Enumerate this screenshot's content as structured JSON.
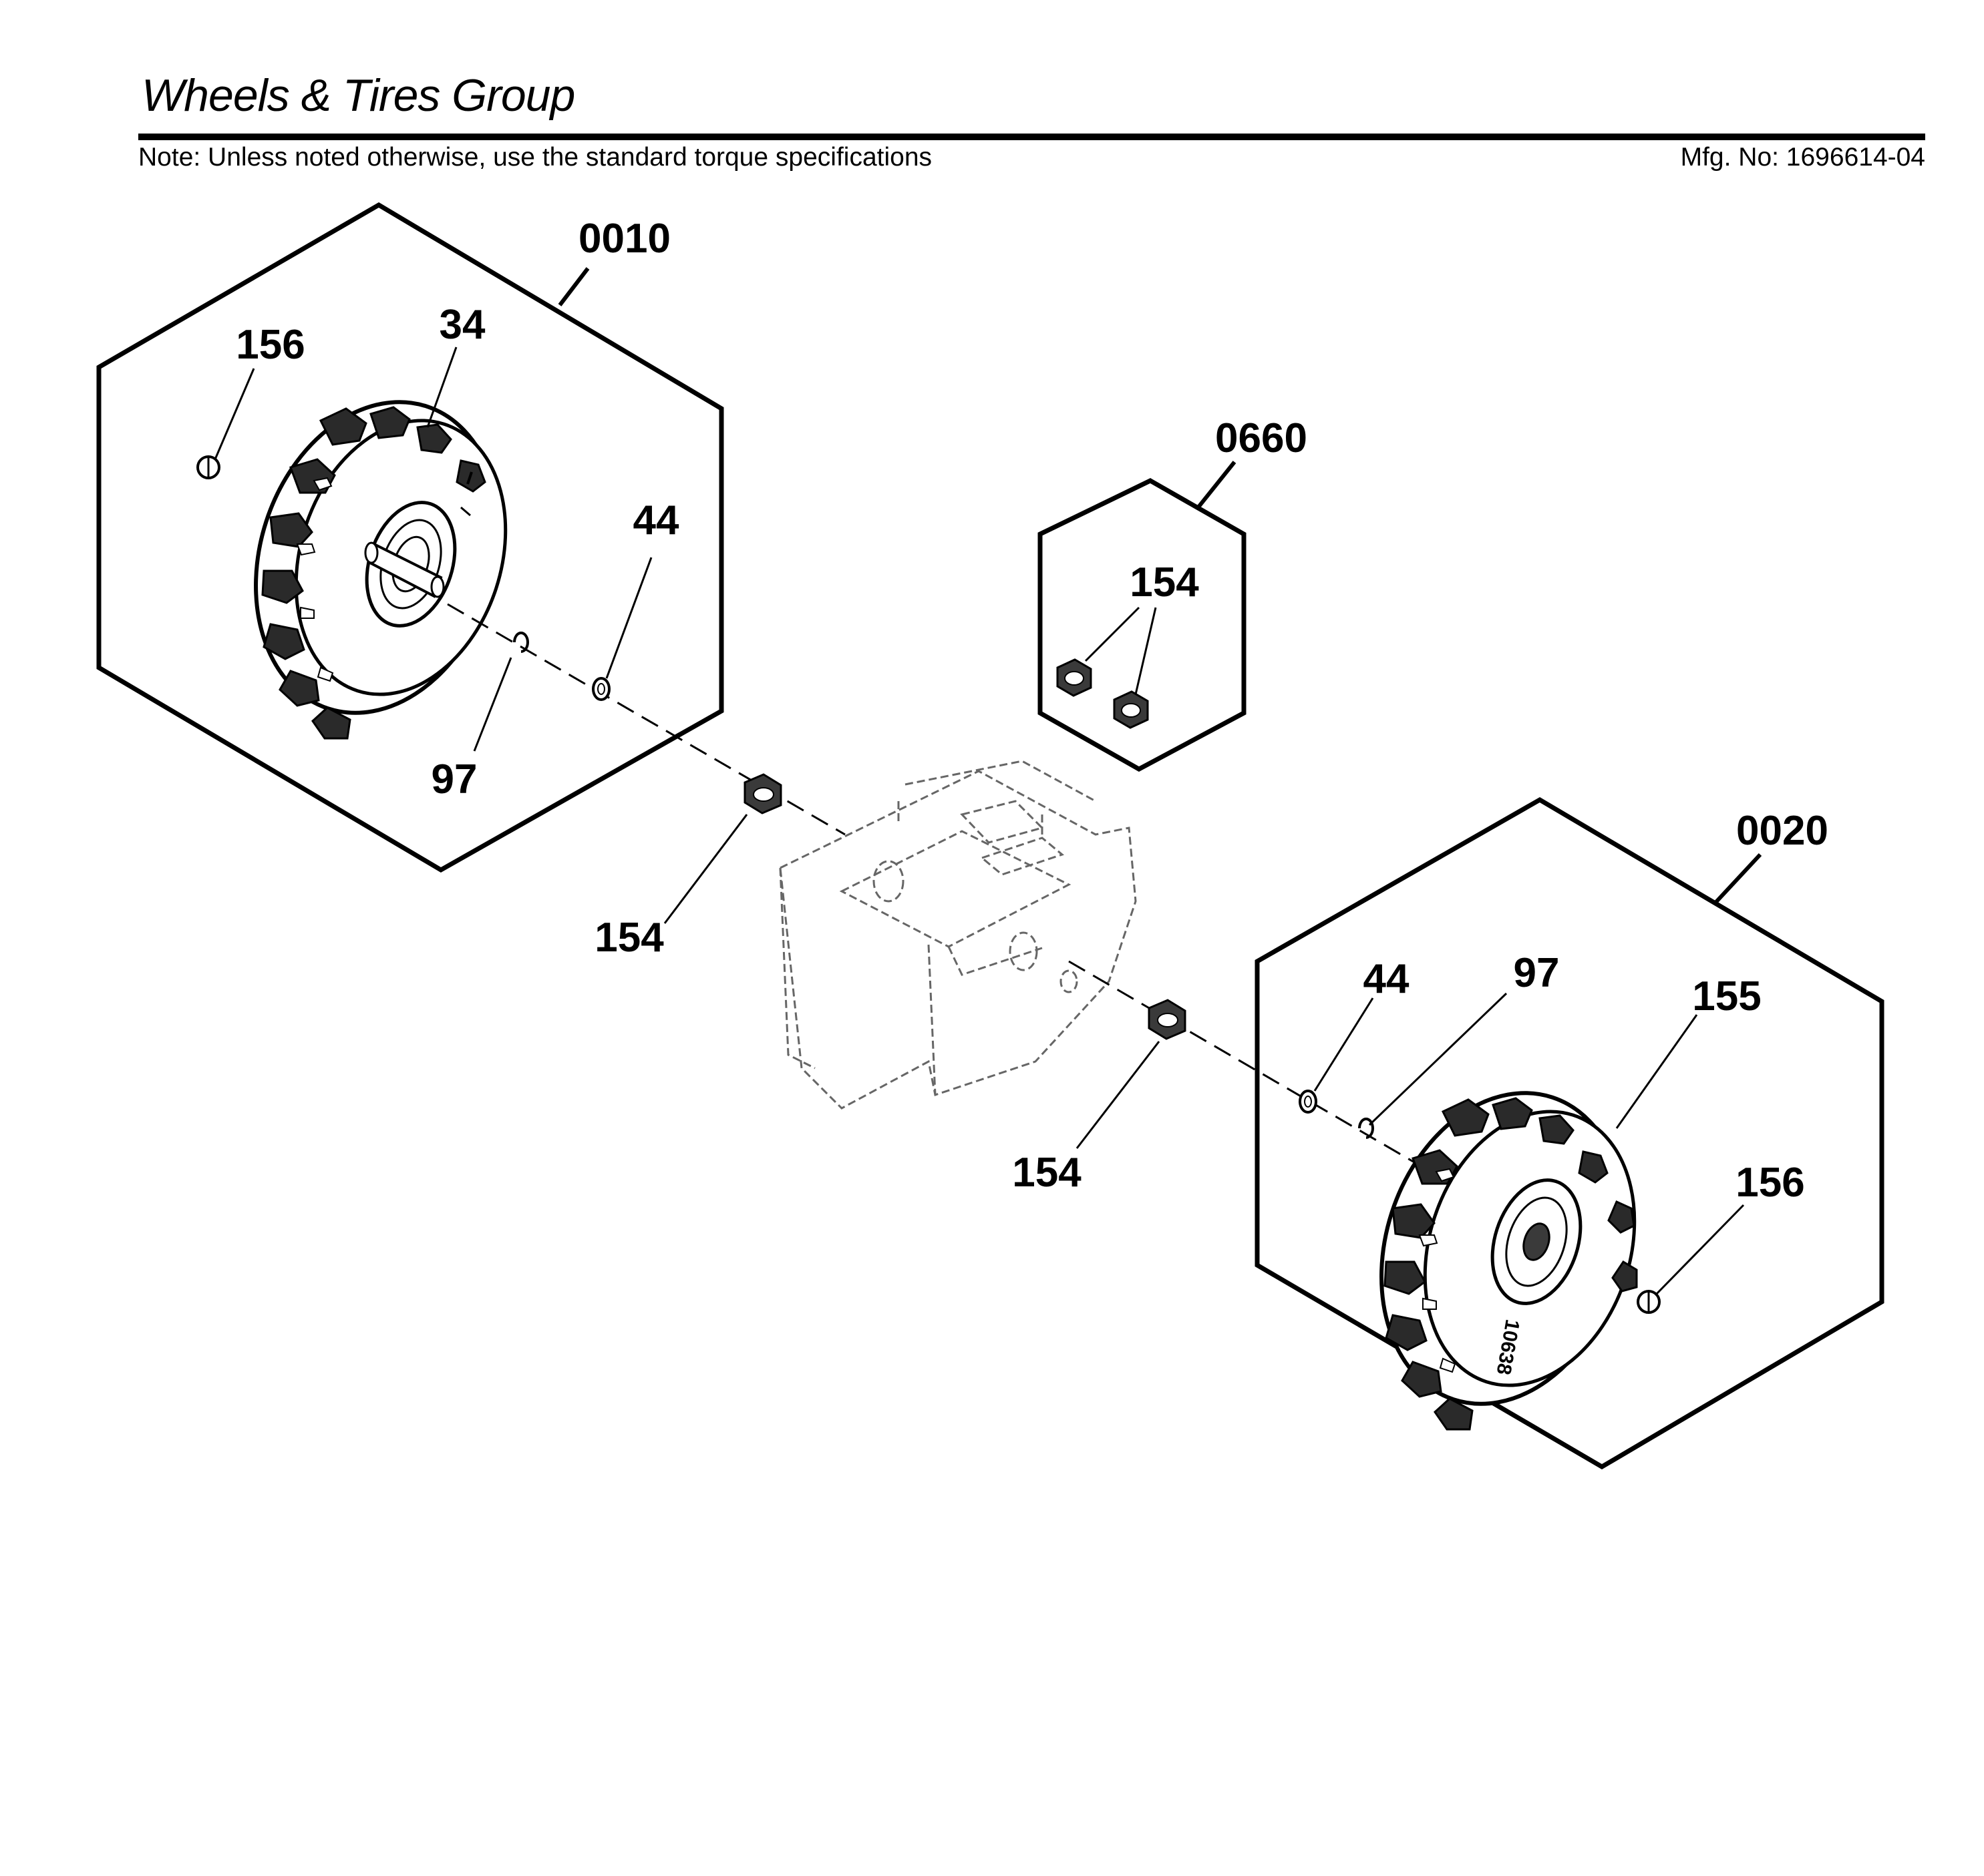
{
  "header": {
    "title": "Wheels & Tires Group",
    "note": "Note: Unless noted otherwise, use the standard torque specifications",
    "mfg_no": "Mfg. No: 1696614-04"
  },
  "groups": [
    {
      "id": "group-0010",
      "label": "0010"
    },
    {
      "id": "group-0660",
      "label": "0660"
    },
    {
      "id": "group-0020",
      "label": "0020"
    }
  ],
  "callouts": {
    "left_156": "156",
    "left_34": "34",
    "left_44": "44",
    "left_97": "97",
    "mid_154_a": "154",
    "kit_154": "154",
    "right_154": "154",
    "right_44": "44",
    "right_97": "97",
    "right_155": "155",
    "right_156": "156"
  },
  "tire_marking": "10638"
}
